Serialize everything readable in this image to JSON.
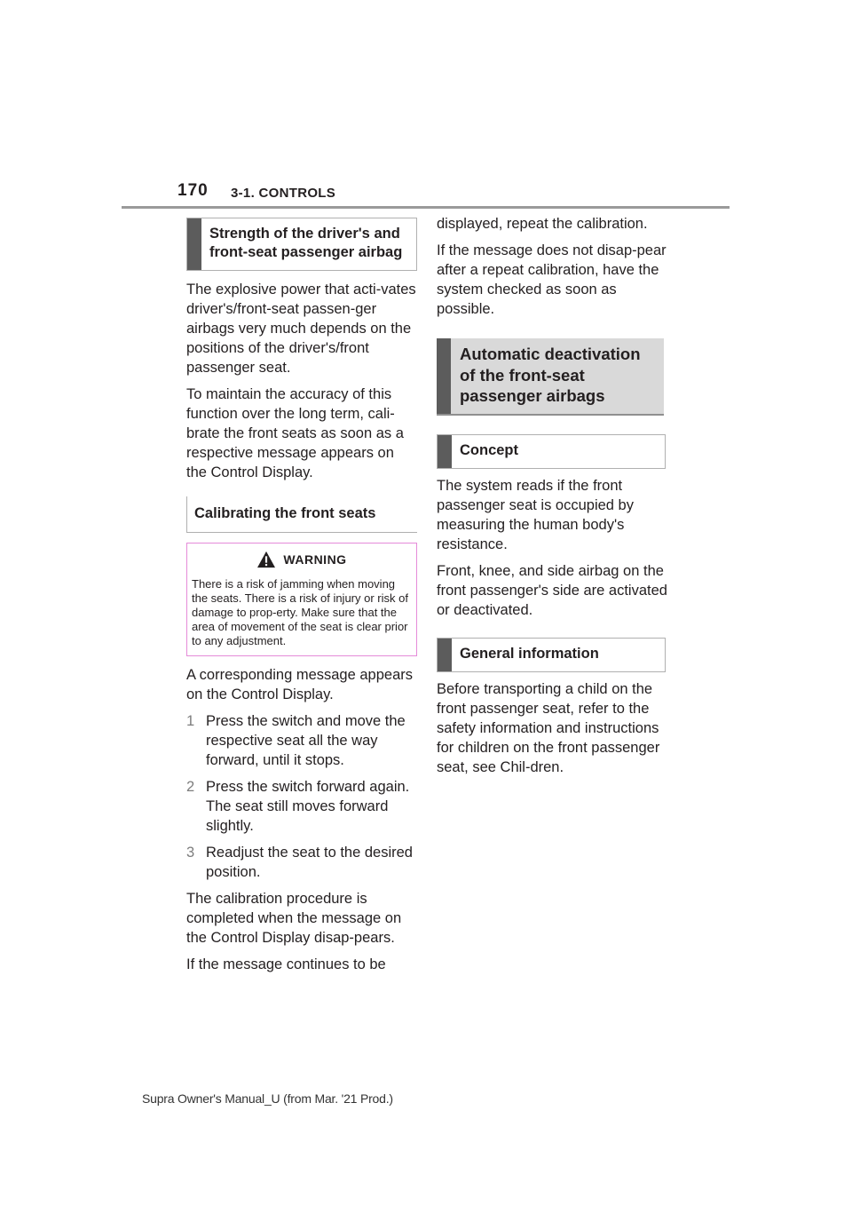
{
  "header": {
    "page_number": "170",
    "section": "3-1. CONTROLS"
  },
  "left": {
    "box_strength": "Strength of the driver's and front-seat passenger airbag",
    "p1": "The explosive power that acti-vates driver's/front-seat passen-ger airbags very much depends on the positions of the driver's/front passenger seat.",
    "p2": "To maintain the accuracy of this function over the long term, cali-brate the front seats as soon as a respective message appears on the Control Display.",
    "heading_calibrating": "Calibrating the front seats",
    "warning": {
      "title": "WARNING",
      "text": "There is a risk of jamming when moving the seats. There is a risk of injury or risk of damage to prop-erty. Make sure that the area of movement of the seat is clear prior to any adjustment."
    },
    "p3": "A corresponding message appears on the Control Display.",
    "steps": [
      {
        "n": "1",
        "text": "Press the switch and move the respective seat all the way forward, until it stops."
      },
      {
        "n": "2",
        "text": "Press the switch forward again. The seat still moves forward slightly."
      },
      {
        "n": "3",
        "text": "Readjust the seat to the desired position."
      }
    ],
    "p4": "The calibration procedure is completed when the message on the Control Display disap-pears.",
    "p5": "If the message continues to be"
  },
  "right": {
    "p1": "displayed, repeat the calibration.",
    "p2": "If the message does not disap-pear after a repeat calibration, have the system checked as soon as possible.",
    "big_heading": "Automatic deactivation of the front-seat passenger airbags",
    "box_concept": "Concept",
    "p3": "The system reads if the front passenger seat is occupied by measuring the human body's resistance.",
    "p4": "Front, knee, and side airbag on the front passenger's side are activated or deactivated.",
    "box_general": "General information",
    "p5": "Before transporting a child on the front passenger seat, refer to the safety information and instructions for children on the front passenger seat, see Chil-dren."
  },
  "footer": "Supra Owner's Manual_U (from Mar. '21 Prod.)",
  "colors": {
    "warning_border": "#e58bd9",
    "bar": "#5c5c5c",
    "heading_bg": "#d9d9d9"
  },
  "icons": {
    "warning": "warning-triangle-icon"
  }
}
